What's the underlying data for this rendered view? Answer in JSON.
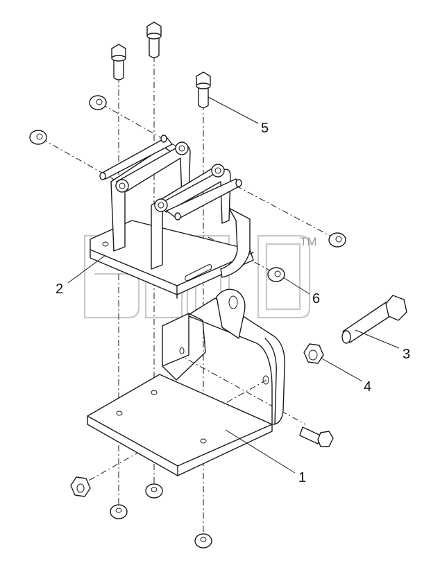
{
  "diagram": {
    "watermark_trademark": "TM",
    "callouts": [
      {
        "id": "1",
        "label": "1"
      },
      {
        "id": "2",
        "label": "2"
      },
      {
        "id": "3",
        "label": "3"
      },
      {
        "id": "4",
        "label": "4"
      },
      {
        "id": "5",
        "label": "5"
      },
      {
        "id": "6",
        "label": "6"
      }
    ],
    "colors": {
      "line": "#1a1a1a",
      "watermark": "#c8c8c8",
      "background": "#ffffff"
    }
  }
}
